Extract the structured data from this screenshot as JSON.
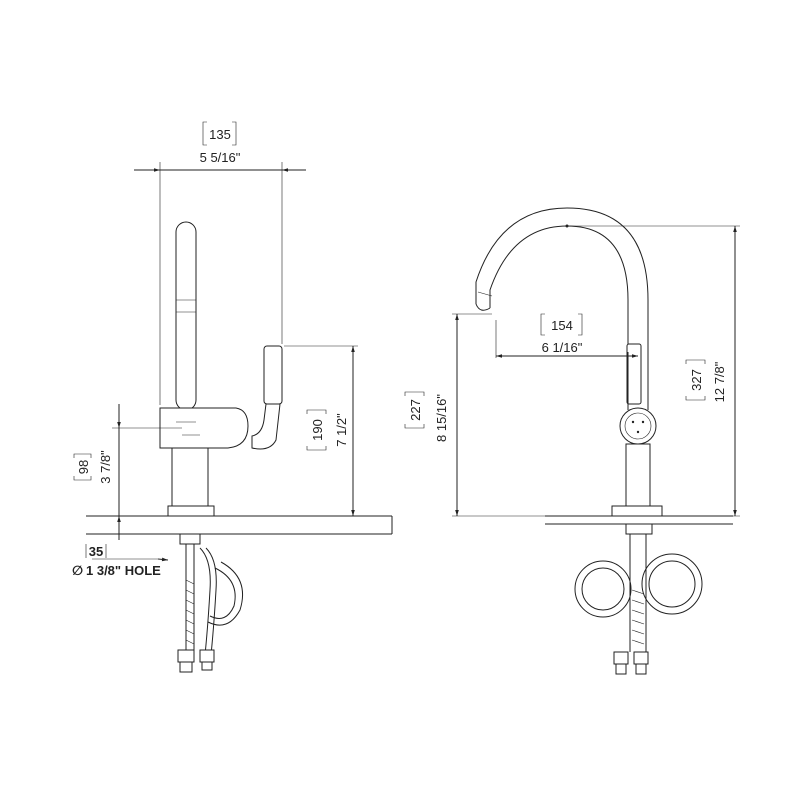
{
  "colors": {
    "line": "#222222",
    "background": "#ffffff"
  },
  "side_view": {
    "width_mm": "135",
    "width_in": "5 5/16\"",
    "handle_height_mm": "190",
    "handle_height_in": "7 1/2\"",
    "base_height_mm": "98",
    "base_height_in": "3 7/8\"",
    "hole_mm": "35",
    "hole_symbol": "∅",
    "hole_label": "1 3/8\" HOLE"
  },
  "front_view": {
    "reach_mm": "154",
    "reach_in": "6 1/16\"",
    "spout_height_mm": "227",
    "spout_height_in": "8 15/16\"",
    "total_height_mm": "327",
    "total_height_in": "12 7/8\""
  }
}
